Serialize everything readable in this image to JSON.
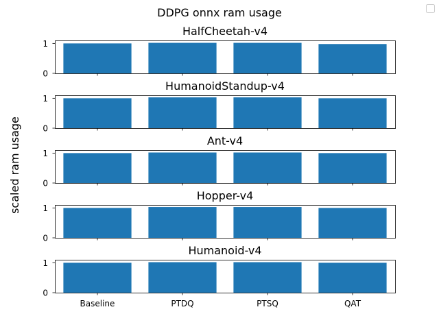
{
  "figure": {
    "suptitle": "DDPG onnx ram usage",
    "ylabel": "scaled ram usage"
  },
  "colors": {
    "bar": "#1f77b4",
    "axis": "#000000",
    "legend_border": "#cccccc"
  },
  "chart_data": [
    {
      "type": "bar",
      "title": "HalfCheetah-v4",
      "categories": [
        "Baseline",
        "PTDQ",
        "PTSQ",
        "QAT"
      ],
      "values": [
        1.0,
        1.02,
        1.02,
        0.98
      ],
      "ylim": [
        0,
        1.1
      ],
      "yticks": [
        "0",
        "1"
      ],
      "show_xticklabels": false
    },
    {
      "type": "bar",
      "title": "HumanoidStandup-v4",
      "categories": [
        "Baseline",
        "PTDQ",
        "PTSQ",
        "QAT"
      ],
      "values": [
        1.0,
        1.03,
        1.03,
        1.0
      ],
      "ylim": [
        0,
        1.1
      ],
      "yticks": [
        "0",
        "1"
      ],
      "show_xticklabels": false
    },
    {
      "type": "bar",
      "title": "Ant-v4",
      "categories": [
        "Baseline",
        "PTDQ",
        "PTSQ",
        "QAT"
      ],
      "values": [
        1.0,
        1.02,
        1.02,
        1.0
      ],
      "ylim": [
        0,
        1.1
      ],
      "yticks": [
        "0",
        "1"
      ],
      "show_xticklabels": false
    },
    {
      "type": "bar",
      "title": "Hopper-v4",
      "categories": [
        "Baseline",
        "PTDQ",
        "PTSQ",
        "QAT"
      ],
      "values": [
        1.0,
        1.03,
        1.03,
        1.0
      ],
      "ylim": [
        0,
        1.1
      ],
      "yticks": [
        "0",
        "1"
      ],
      "show_xticklabels": false
    },
    {
      "type": "bar",
      "title": "Humanoid-v4",
      "categories": [
        "Baseline",
        "PTDQ",
        "PTSQ",
        "QAT"
      ],
      "values": [
        1.0,
        1.02,
        1.02,
        1.0
      ],
      "ylim": [
        0,
        1.1
      ],
      "yticks": [
        "0",
        "1"
      ],
      "show_xticklabels": true
    }
  ],
  "legend": {
    "placement": "top-right",
    "entries": []
  }
}
